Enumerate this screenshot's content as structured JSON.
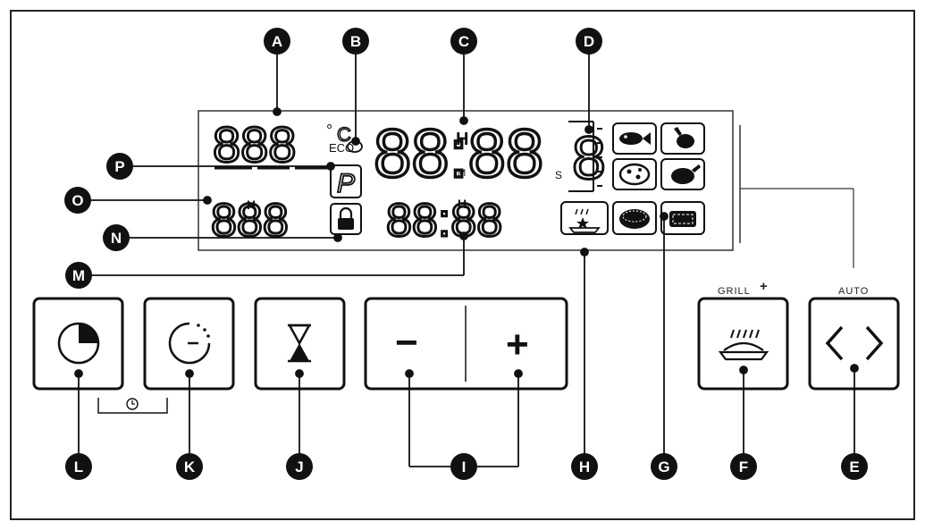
{
  "display": {
    "digits_temp": "888",
    "unit_deg": "°",
    "unit_c": "C",
    "eco": "ECO",
    "digits_clock": "88:88",
    "h_label": "H",
    "m_label": "M",
    "s_label": "S",
    "digit_level": "8",
    "p_symbol": "P",
    "digits_weight": "888",
    "h_label2": "H",
    "digits_timer": "88:88",
    "h_label3": "H"
  },
  "buttons": {
    "minus": "−",
    "plus": "+",
    "grill_label": "GRILL",
    "grill_plus": "+",
    "auto_label": "AUTO"
  },
  "callouts": [
    "A",
    "B",
    "C",
    "D",
    "P",
    "O",
    "N",
    "M",
    "H",
    "G",
    "L",
    "K",
    "J",
    "I",
    "F",
    "E"
  ],
  "colors": {
    "ink": "#111111",
    "frame": "#222222"
  },
  "icons": [
    "fish-icon",
    "chicken-leg-icon",
    "pizza-icon",
    "roast-chicken-icon",
    "grill-plate-icon",
    "pie-icon",
    "lasagna-icon",
    "lock-icon",
    "clock-icon",
    "timer-icon",
    "hourglass-icon",
    "chevrons-icon"
  ]
}
